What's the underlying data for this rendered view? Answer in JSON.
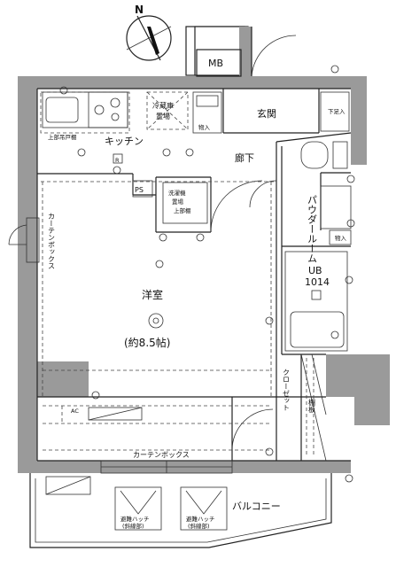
{
  "compass": {
    "north": "N"
  },
  "rooms": {
    "mb": "MB",
    "kitchen": "キッチン",
    "entrance": "玄関",
    "corridor": "廊下",
    "ps": "PS",
    "western_room": "洋室",
    "western_room_size": "(約8.5帖)",
    "ub": "UB",
    "ub_size": "1014",
    "powder_room": "パウダールーム",
    "closet": "クローゼット",
    "balcony": "バルコニー",
    "curtain_box_left": "カーテンボックス",
    "curtain_box_bottom": "カーテンボックス",
    "shoe_box": "下足入",
    "shelf": "棚板"
  },
  "fixtures": {
    "fridge_1": "冷蔵庫",
    "fridge_2": "置場",
    "storage_top": "物入",
    "storage_right": "物入",
    "kitchen_upper": "上部吊戸棚",
    "washer_1": "洗濯機",
    "washer_2": "置場",
    "washer_upper": "上部棚",
    "r_mark": "R",
    "ac_mark": "AC",
    "hatch_left_1": "避難ハッチ",
    "hatch_left_2": "(斜線部)",
    "hatch_right_1": "避難ハッチ",
    "hatch_right_2": "(斜線部)"
  }
}
